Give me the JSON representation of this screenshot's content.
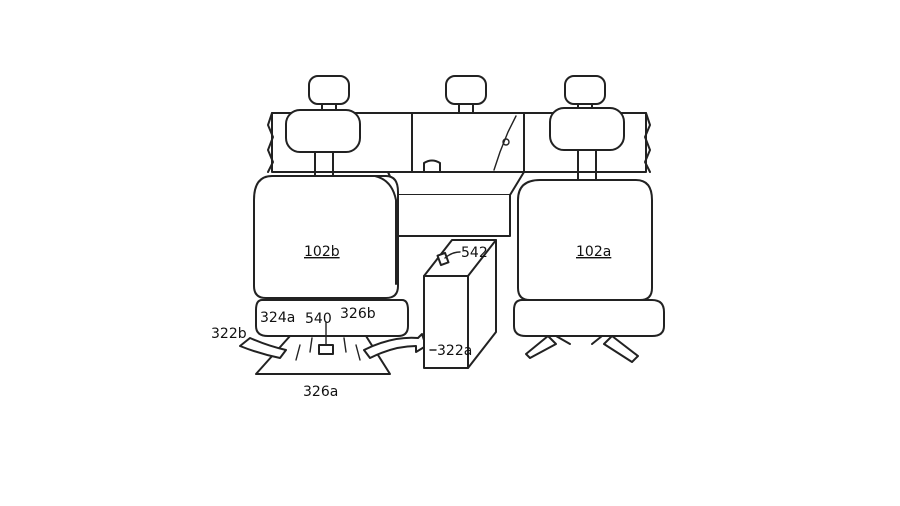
{
  "labels": {
    "seat_left": "102b",
    "seat_right": "102a",
    "cushion_left": "324a",
    "device_center": "540",
    "cushion_right": "326b",
    "flow_left": "322b",
    "flow_bottom": "326a",
    "box": "322a",
    "box_device": "542"
  }
}
